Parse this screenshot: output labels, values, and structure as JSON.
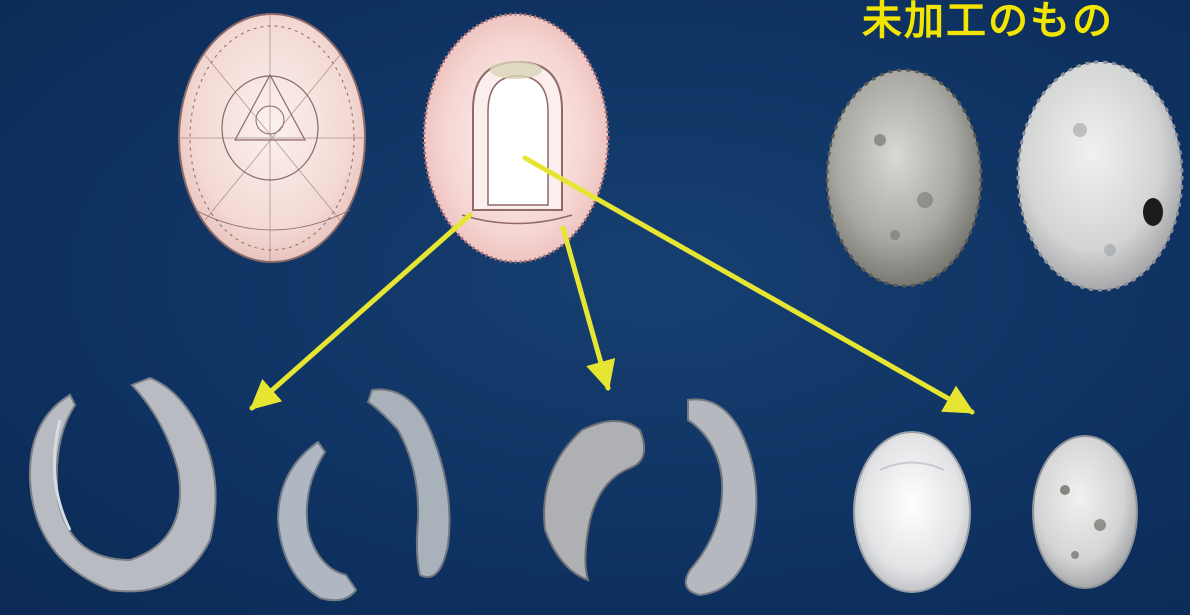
{
  "caption": {
    "unprocessed_label": "未加工のもの"
  },
  "colors": {
    "background": "#0f3363",
    "arrow": "#e6e632",
    "label": "#f2e600",
    "diagram_shell": "#f4d8d4",
    "shell_grey": "#b9b9b9"
  },
  "icons": {
    "diagram_left": "limpet-shell-diagram-ventral",
    "diagram_right": "limpet-shell-diagram-ring-cut",
    "unprocessed_shells": "limpet-shell-photo",
    "products": "shell-ring-fragment-photo"
  }
}
